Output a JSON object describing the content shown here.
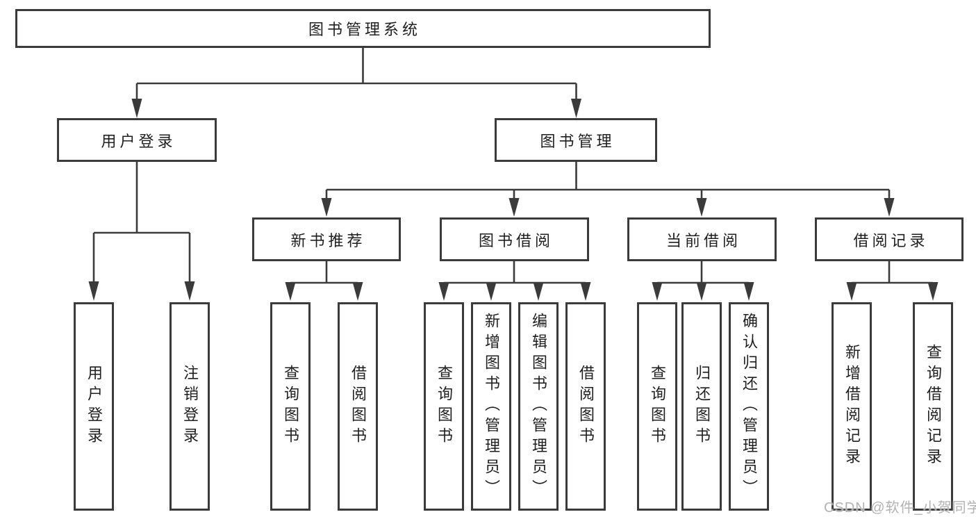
{
  "diagram": {
    "root": {
      "label": "图书管理系统"
    },
    "level2": [
      {
        "label": "用户登录"
      },
      {
        "label": "图书管理"
      }
    ],
    "level3": [
      {
        "label": "新书推荐"
      },
      {
        "label": "图书借阅"
      },
      {
        "label": "当前借阅"
      },
      {
        "label": "借阅记录"
      }
    ],
    "leaves": [
      {
        "label": "用户登录"
      },
      {
        "label": "注销登录"
      },
      {
        "label": "查询图书"
      },
      {
        "label": "借阅图书"
      },
      {
        "label": "查询图书"
      },
      {
        "label": "新增图书（管理员）"
      },
      {
        "label": "编辑图书（管理员）"
      },
      {
        "label": "借阅图书"
      },
      {
        "label": "查询图书"
      },
      {
        "label": "归还图书"
      },
      {
        "label": "确认归还（管理员）"
      },
      {
        "label": "新增借阅记录"
      },
      {
        "label": "查询借阅记录"
      }
    ]
  },
  "watermark": {
    "text": "CSDN @软件_小贺同学"
  },
  "colors": {
    "line": "#3b3b3b",
    "box-border": "#3b3b3b",
    "text": "#1f1f1f",
    "watermark": "#b2b2b2",
    "background": "#ffffff"
  }
}
